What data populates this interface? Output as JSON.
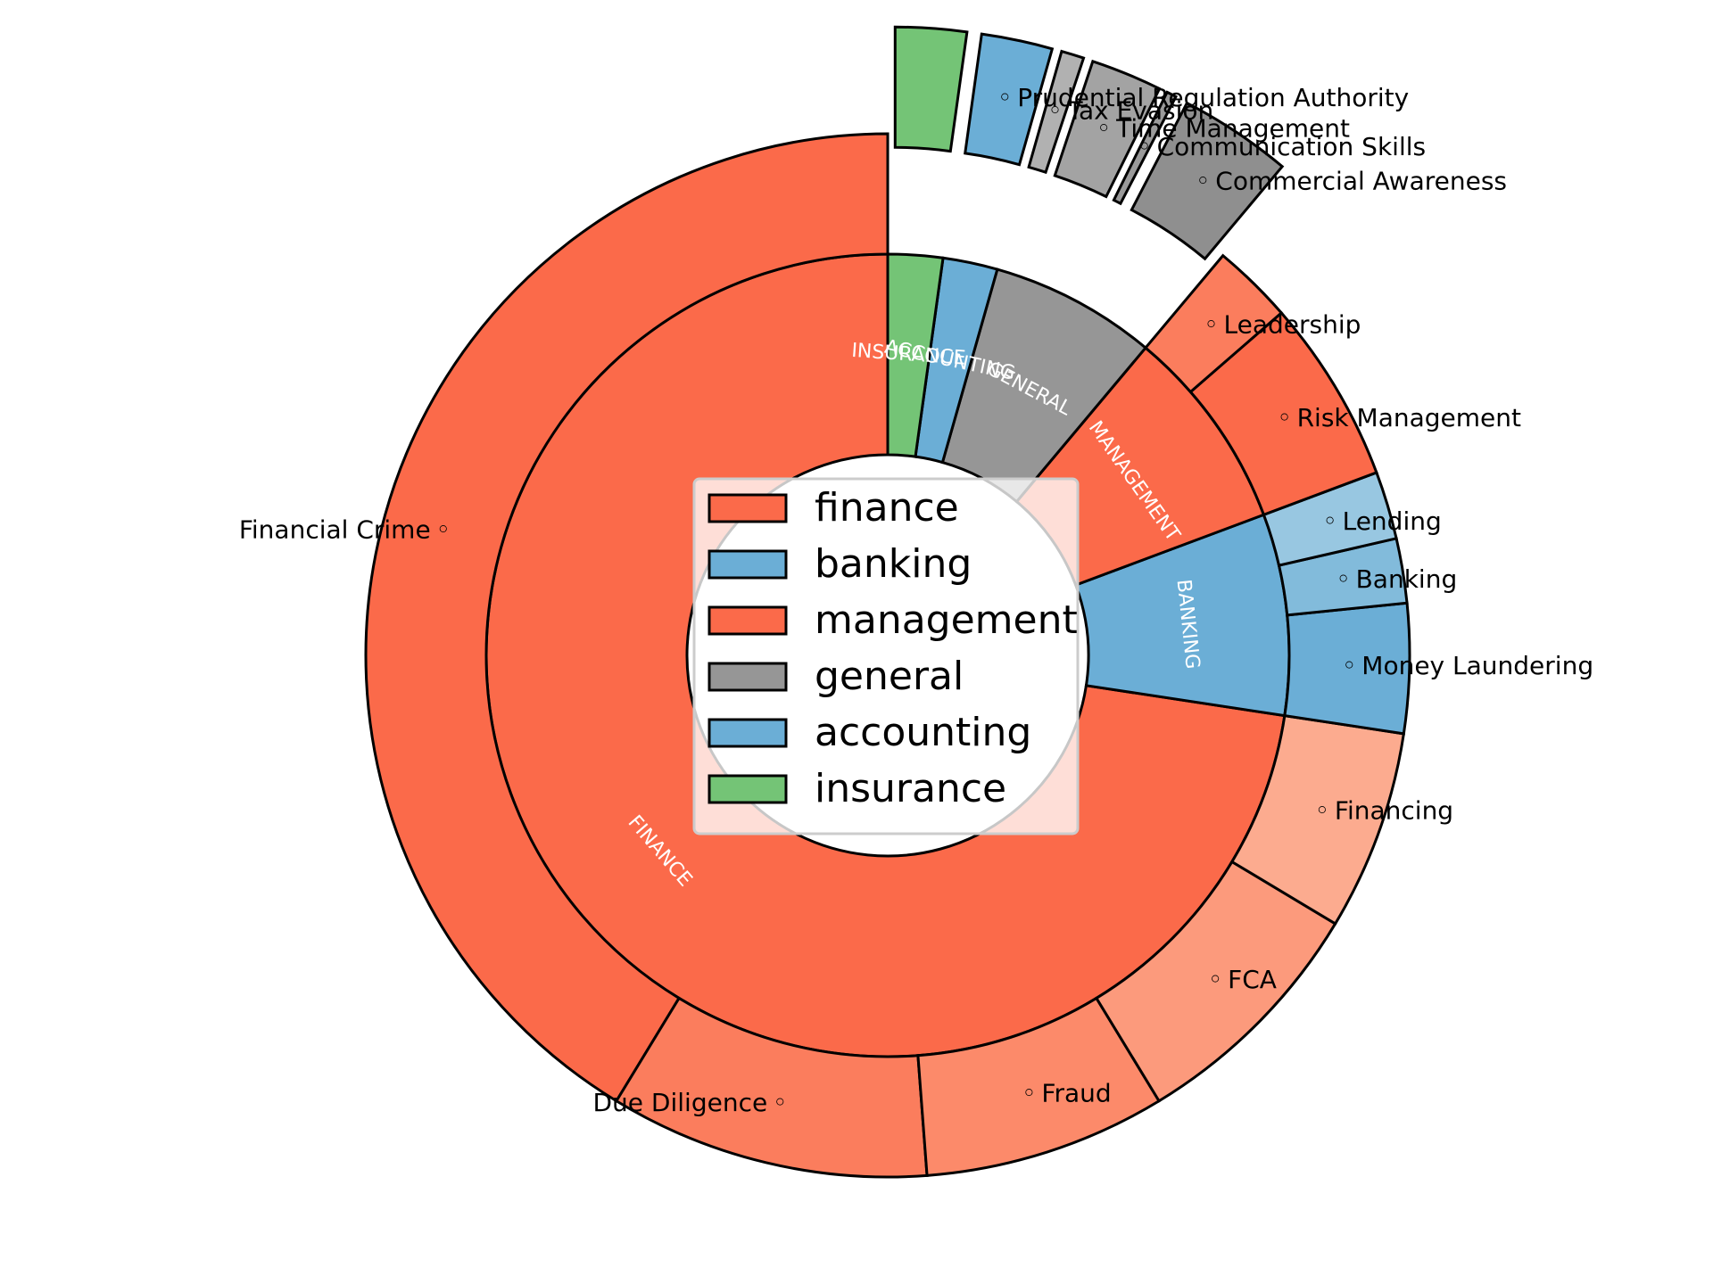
{
  "chart_data": {
    "type": "sunburst",
    "title": "",
    "inner_ring": [
      {
        "name": "FINANCE",
        "value": 72.6,
        "color": "#fb6a4a"
      },
      {
        "name": "BANKING",
        "value": 8.1,
        "color": "#6baed6"
      },
      {
        "name": "MANAGEMENT",
        "value": 8.2,
        "color": "#fb6a4a"
      },
      {
        "name": "GENERAL",
        "value": 6.7,
        "color": "#969696"
      },
      {
        "name": "ACCOUNTING",
        "value": 2.2,
        "color": "#6baed6"
      },
      {
        "name": "INSURANCE",
        "value": 2.2,
        "color": "#74c476"
      }
    ],
    "outer_ring": [
      {
        "name": "Financial Crime",
        "value": 41.3,
        "parent": "FINANCE",
        "color": "#fb6a4a",
        "explode": false
      },
      {
        "name": "Due Diligence",
        "value": 9.9,
        "parent": "FINANCE",
        "color": "#fb7d5d",
        "explode": false
      },
      {
        "name": "Fraud",
        "value": 7.5,
        "parent": "FINANCE",
        "color": "#fc8a6a",
        "explode": false
      },
      {
        "name": "FCA",
        "value": 7.7,
        "parent": "FINANCE",
        "color": "#fc9a7c",
        "explode": false
      },
      {
        "name": "Financing",
        "value": 6.2,
        "parent": "FINANCE",
        "color": "#fcab8f",
        "explode": false
      },
      {
        "name": "Money Laundering",
        "value": 4.0,
        "parent": "BANKING",
        "color": "#6baed6",
        "explode": false
      },
      {
        "name": "Banking",
        "value": 2.0,
        "parent": "BANKING",
        "color": "#82bbdb",
        "explode": false
      },
      {
        "name": "Lending",
        "value": 2.1,
        "parent": "BANKING",
        "color": "#98c7e1",
        "explode": false
      },
      {
        "name": "Risk Management",
        "value": 5.7,
        "parent": "MANAGEMENT",
        "color": "#fb6a4a",
        "explode": false
      },
      {
        "name": "Leadership",
        "value": 2.5,
        "parent": "MANAGEMENT",
        "color": "#fb7d5d",
        "explode": false
      },
      {
        "name": "Commercial Awareness",
        "value": 3.5,
        "parent": "GENERAL",
        "color": "#8f8f8f",
        "explode": true
      },
      {
        "name": "Communication Skills",
        "value": 0.3,
        "parent": "GENERAL",
        "color": "#9a9a9a",
        "explode": true
      },
      {
        "name": "Time Management",
        "value": 2.2,
        "parent": "GENERAL",
        "color": "#a3a3a3",
        "explode": true
      },
      {
        "name": "Tax Evasion",
        "value": 0.7,
        "parent": "GENERAL",
        "color": "#b1b1b1",
        "explode": true
      },
      {
        "name": "Prudential Regulation Authority",
        "value": 2.2,
        "parent": "ACCOUNTING",
        "color": "#6baed6",
        "explode": true
      },
      {
        "name": "",
        "value": 2.2,
        "parent": "INSURANCE",
        "color": "#74c476",
        "explode": true
      }
    ],
    "legend": {
      "placement": "center",
      "entries": [
        {
          "label": "finance",
          "color": "#fb6a4a"
        },
        {
          "label": "banking",
          "color": "#6baed6"
        },
        {
          "label": "management",
          "color": "#fb6a4a"
        },
        {
          "label": "general",
          "color": "#969696"
        },
        {
          "label": "accounting",
          "color": "#6baed6"
        },
        {
          "label": "insurance",
          "color": "#74c476"
        }
      ]
    }
  }
}
